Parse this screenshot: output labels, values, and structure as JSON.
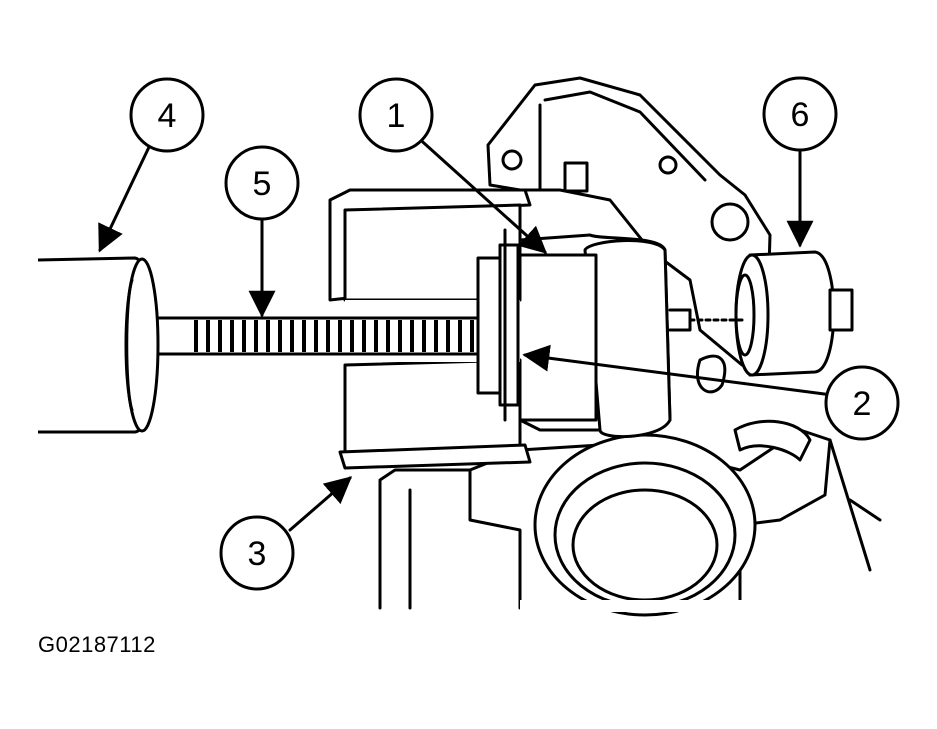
{
  "callouts": {
    "c1": "1",
    "c2": "2",
    "c3": "3",
    "c4": "4",
    "c5": "5",
    "c6": "6"
  },
  "figure_id": "G02187112",
  "colors": {
    "ink": "#000000",
    "paper": "#ffffff"
  }
}
